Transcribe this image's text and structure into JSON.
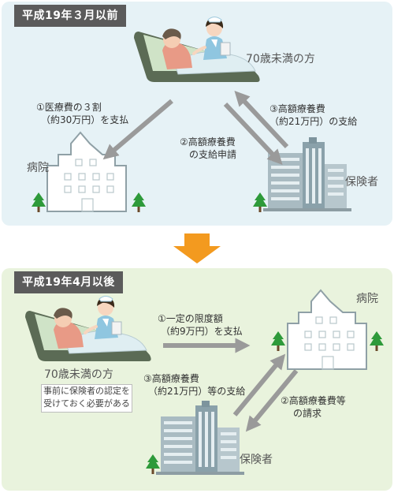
{
  "before": {
    "title": "平成19年３月以前",
    "person_label": "70歳未満の方",
    "hospital_label": "病院",
    "insurer_label": "保険者",
    "step1_line1": "①医療費の３割",
    "step1_line2": "（約30万円）を支払",
    "step2_line1": "②高額療養費",
    "step2_line2": "の支給申請",
    "step3_line1": "③高額療養費",
    "step3_line2": "（約21万円）の支給"
  },
  "after": {
    "title": "平成19年4月以後",
    "person_label": "70歳未満の方",
    "note_line1": "事前に保険者の認定を",
    "note_line2": "受けておく必要がある",
    "hospital_label": "病院",
    "insurer_label": "保険者",
    "step1_line1": "①一定の限度額",
    "step1_line2": "（約9万円）を支払",
    "step3_line1": "③高額療養費",
    "step3_line2": "（約21万円）等の支給",
    "step2_line1": "②高額療養費等",
    "step2_line2": "の請求"
  },
  "colors": {
    "panel_top": "#e6f2f6",
    "panel_bottom": "#e9f3dd",
    "tag": "#5b5b5b",
    "arrow": "#9a9a9a",
    "transition_arrow": "#f39a1f",
    "tree": "#2e9a3a",
    "building": "#9fb3ba"
  },
  "icons": [
    "patient-bed-nurse-icon",
    "hospital-building-icon",
    "insurer-building-icon",
    "tree-icon",
    "down-arrow-icon"
  ]
}
